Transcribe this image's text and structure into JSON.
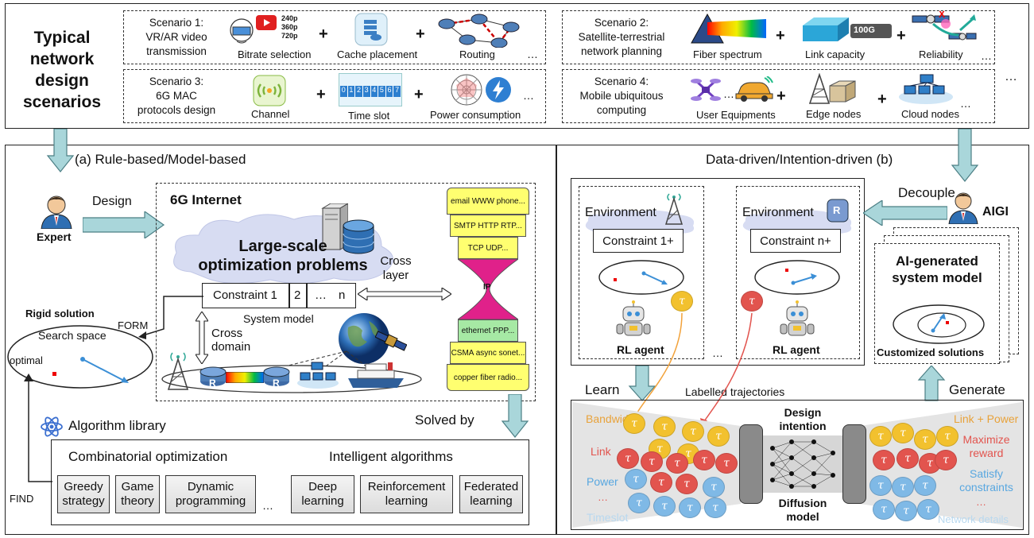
{
  "top": {
    "title": "Typical network design scenarios",
    "more": "…",
    "s1": {
      "title": "Scenario 1:\nVR/AR video\ntransmission",
      "res": [
        "240p",
        "360p",
        "720p"
      ],
      "items": [
        "Bitrate selection",
        "Cache placement",
        "Routing"
      ]
    },
    "s2": {
      "title": "Scenario 2:\nSatellite-terrestrial\nnetwork planning",
      "items": [
        "Fiber spectrum",
        "Link capacity",
        "Reliability"
      ],
      "cap": "100G"
    },
    "s3": {
      "title": "Scenario 3:\n6G MAC\nprotocols design",
      "items": [
        "Channel",
        "Time slot",
        "Power consumption"
      ],
      "slots": [
        "0",
        "1",
        "2",
        "3",
        "4",
        "5",
        "6",
        "7"
      ]
    },
    "s4": {
      "title": "Scenario 4:\nMobile ubiquitous\ncomputing",
      "items": [
        "User Equipments",
        "Edge nodes",
        "Cloud nodes"
      ]
    },
    "plus": "+",
    "ellipsis": "…"
  },
  "left": {
    "heading": "(a) Rule-based/Model-based",
    "expert": "Expert",
    "design": "Design",
    "internet": "6G Internet",
    "lsop": "Large-scale\noptimization problems",
    "cross_layer": "Cross\nlayer",
    "constraints": [
      "Constraint 1",
      "2",
      "…",
      "n"
    ],
    "system_model": "System model",
    "cross_domain": "Cross\ndomain",
    "rigid": "Rigid solution",
    "search_space": "Search space",
    "optimal": "optimal",
    "form": "FORM",
    "find": "FIND",
    "ip": "IP",
    "layers": [
      "email  WWW  phone...",
      "SMTP  HTTP  RTP...",
      "TCP  UDP...",
      "ethernet  PPP...",
      "CSMA  async  sonet...",
      "copper  fiber  radio..."
    ],
    "solved_by": "Solved by",
    "algo_lib": "Algorithm library",
    "combo": "Combinatorial optimization",
    "intel": "Intelligent algorithms",
    "algos": [
      "Greedy\nstrategy",
      "Game\ntheory",
      "Dynamic\nprogramming",
      "Deep\nlearning",
      "Reinforcement\nlearning",
      "Federated\nlearning"
    ],
    "algo_ellipsis": "…",
    "r": "R"
  },
  "right": {
    "heading": "Data-driven/Intention-driven  (b)",
    "decouple": "Decouple",
    "aigi": "AIGI",
    "env": "Environment",
    "c1": "Constraint 1+",
    "cn": "Constraint n+",
    "rl": "RL agent",
    "dots": "…",
    "aigen": "AI-generated\nsystem model",
    "custom": "Customized solutions",
    "learn": "Learn",
    "generate": "Generate",
    "labelled": "Labelled trajectories",
    "design_intention": "Design\nintention",
    "diffusion": "Diffusion\nmodel",
    "left_labels": [
      "Bandwidth",
      "Link",
      "Power",
      "…",
      "Timeslot"
    ],
    "right_labels": [
      "Link + Power",
      "Maximize\nreward",
      "Satisfy\nconstraints",
      "…",
      "Network details"
    ],
    "tau": "τ",
    "r": "R"
  },
  "colors": {
    "arrow": "#a9d6da",
    "arrow_stroke": "#4c7f85",
    "accent_blue": "#3b8fd6",
    "red": "#e2544e",
    "yellow": "#f2c12e",
    "orange_label": "#e8a23a",
    "blue_label": "#58a7e0",
    "hour_yellow": "#ffff70",
    "hour_green": "#a6e9a4"
  },
  "icons": [
    "vr-headset-icon",
    "play-icon",
    "cache-server-icon",
    "router-network-icon",
    "fiber-spectrum-icon",
    "switch-icon",
    "satellite-icon",
    "channel-icon",
    "timeslot-icon",
    "radar-icon",
    "lightning-icon",
    "drone-icon",
    "car-icon",
    "tower-icon",
    "edge-server-icon",
    "cloud-nodes-icon",
    "expert-avatar-icon",
    "server-icon",
    "database-icon",
    "globe-icon",
    "satellite-sat-icon",
    "ship-icon",
    "atom-icon",
    "robot-icon",
    "neural-net-icon"
  ]
}
